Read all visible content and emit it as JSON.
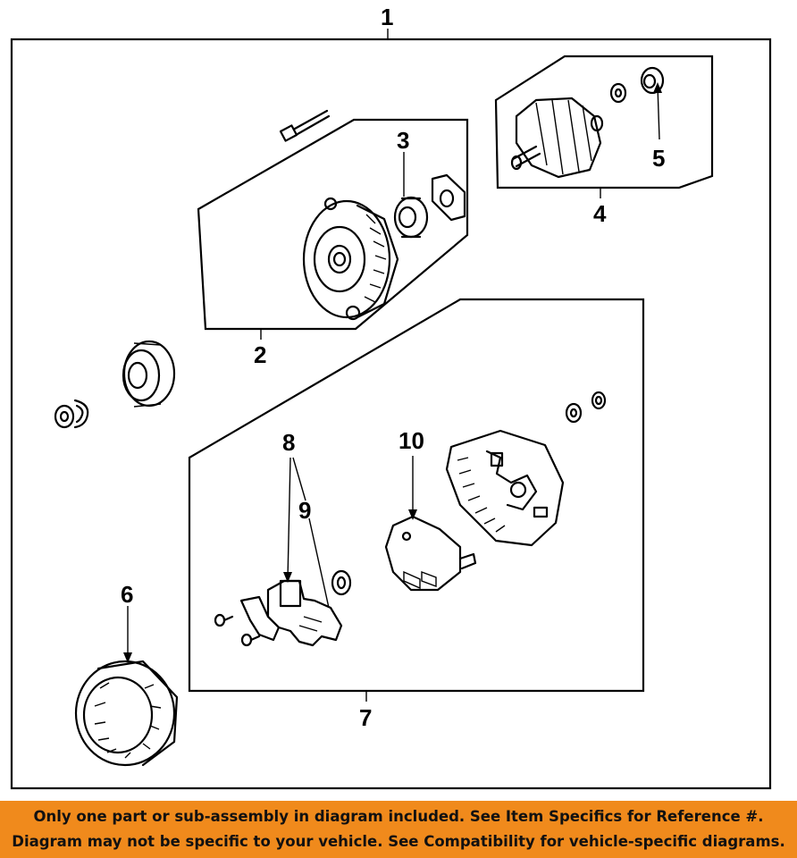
{
  "callouts": {
    "c1": "1",
    "c2": "2",
    "c3": "3",
    "c4": "4",
    "c5": "5",
    "c6": "6",
    "c7": "7",
    "c8": "8",
    "c9": "9",
    "c10": "10"
  },
  "footer": {
    "line1": "Only one part or sub-assembly in diagram included. See Item Specifics for Reference #.",
    "line2": "Diagram may not be specific to your vehicle. See Compatibility for vehicle-specific diagrams."
  },
  "colors": {
    "footer_bg": "#f08a1c",
    "line": "#000000"
  }
}
